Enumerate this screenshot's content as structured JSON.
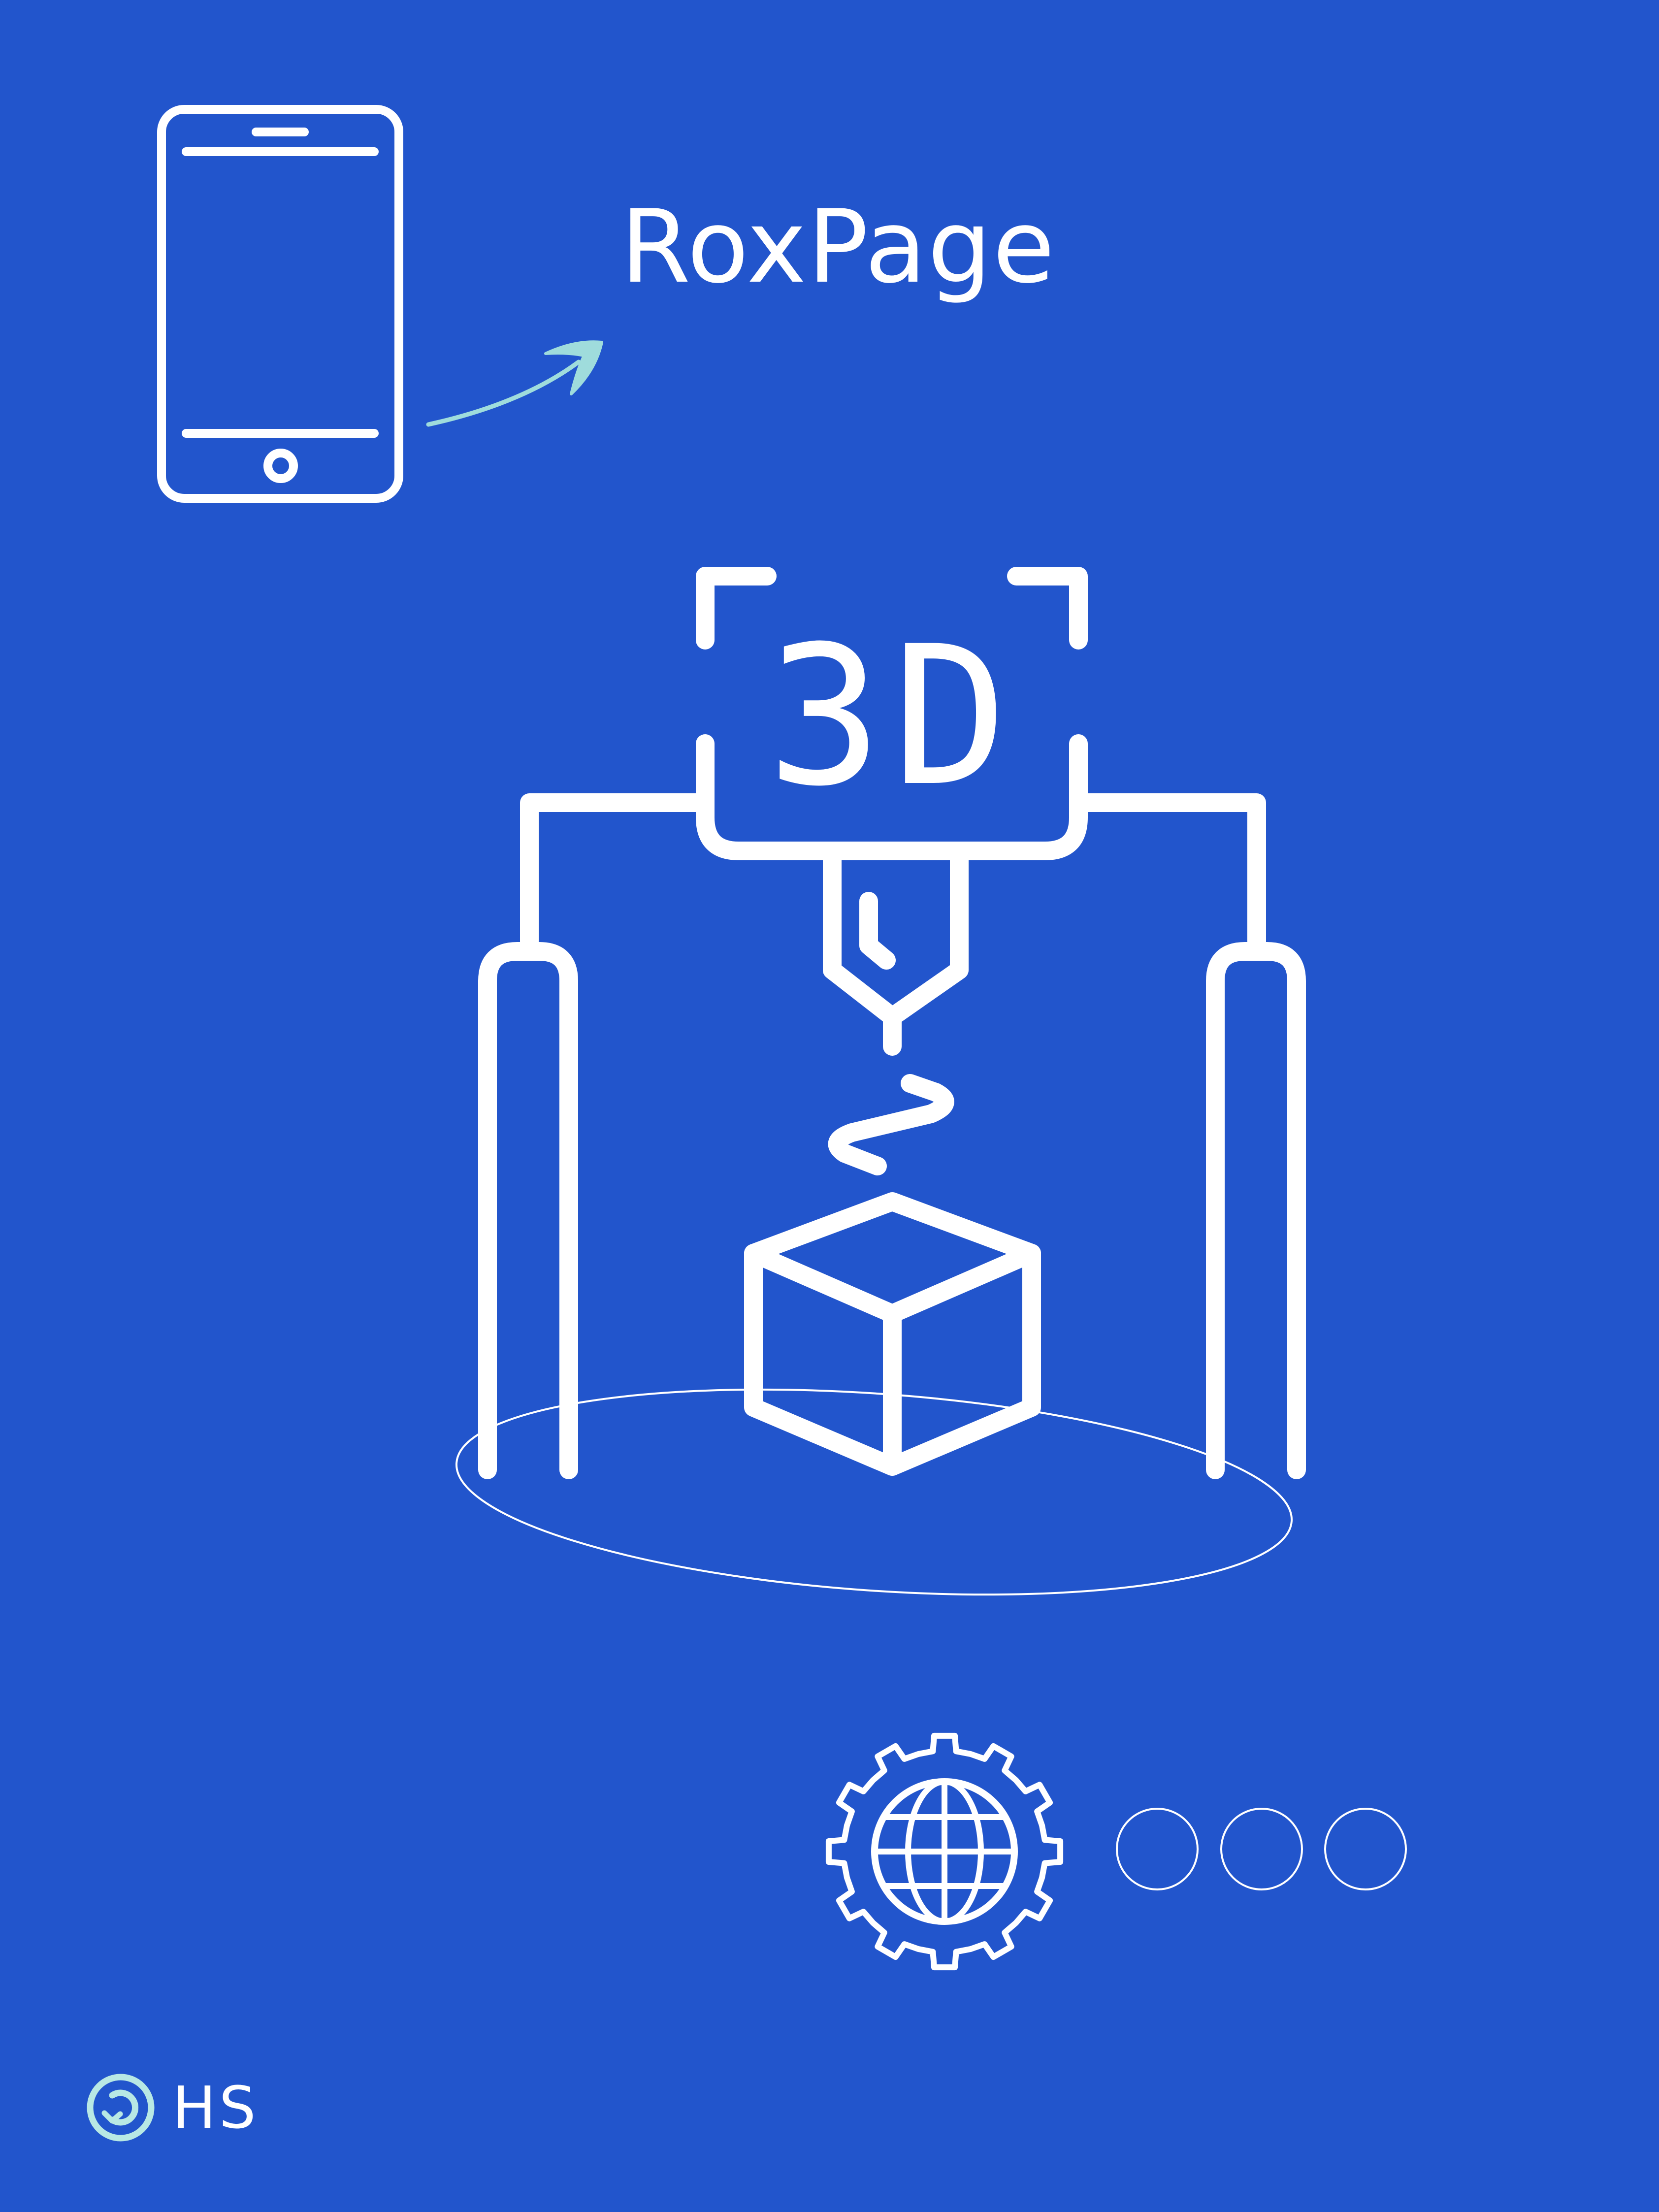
{
  "brand": {
    "name": "RoxPage"
  },
  "printer": {
    "label": "3D"
  },
  "footer": {
    "initials": "HS"
  },
  "pagination": {
    "total_dots": 3
  },
  "colors": {
    "background": "#2255cc",
    "foreground": "#ffffff",
    "accent": "#9fdcdc"
  },
  "icons": {
    "phone": "smartphone-icon",
    "arrow": "curved-arrow-icon",
    "printer": "3d-printer-icon",
    "gear": "gear-globe-icon",
    "footer": "copyleft-icon"
  }
}
